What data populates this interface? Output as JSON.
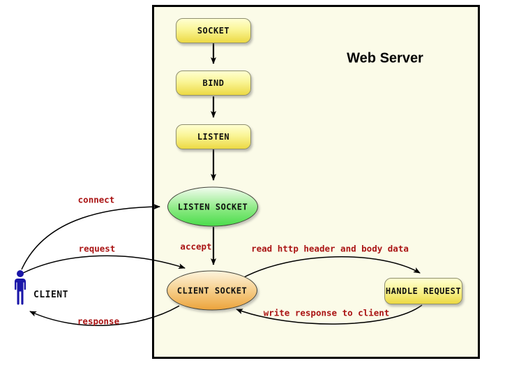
{
  "diagram": {
    "title": "Web Server",
    "nodes": {
      "socket": "SOCKET",
      "bind": "BIND",
      "listen": "LISTEN",
      "listen_socket": "LISTEN SOCKET",
      "client_socket": "CLIENT SOCKET",
      "handle_request": "HANDLE REQUEST",
      "client": "CLIENT"
    },
    "edges": {
      "connect": "connect",
      "request": "request",
      "response": "response",
      "accept": "accept",
      "read_http": "read http header and body data",
      "write_response": "write response to client"
    },
    "colors": {
      "canvas_bg": "#ffffff",
      "server_bg": "#fbfbe8",
      "server_border": "#000000",
      "step_gradient_top": "#ffffd2",
      "step_gradient_bottom": "#ecd944",
      "listen_socket_gradient_top": "#f2fcee",
      "listen_socket_gradient_bottom": "#4bdc4b",
      "client_socket_gradient_top": "#fdf4dd",
      "client_socket_gradient_bottom": "#eca43c",
      "edge_label_red": "#aa1414",
      "client_figure_blue": "#1a16a8",
      "arrow_black": "#000000"
    }
  }
}
